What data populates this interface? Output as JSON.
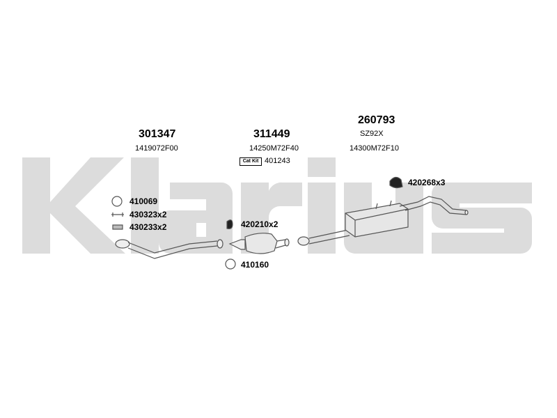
{
  "brand": {
    "watermark_text": "Klarius",
    "watermark_color": "#dcdcdc"
  },
  "sections": {
    "front_pipe": {
      "part_number": "301347",
      "oem_code": "1419072F00"
    },
    "catalyst": {
      "part_number": "311449",
      "oem_code": "14250M72F40",
      "catkit_label": "Cat Kit",
      "catkit_code": "401243"
    },
    "rear_silencer": {
      "part_number": "260793",
      "model": "SZ92X",
      "oem_code": "14300M72F10"
    }
  },
  "fittings": {
    "gasket_ring": "410069",
    "bolt_kit": "430323x2",
    "spring_kit": "430233x2",
    "mount_cat": "420210x2",
    "ring_cat": "410160",
    "mount_rear": "420268x3"
  },
  "colors": {
    "part_stroke": "#555555",
    "part_fill": "#e8e8e8"
  }
}
